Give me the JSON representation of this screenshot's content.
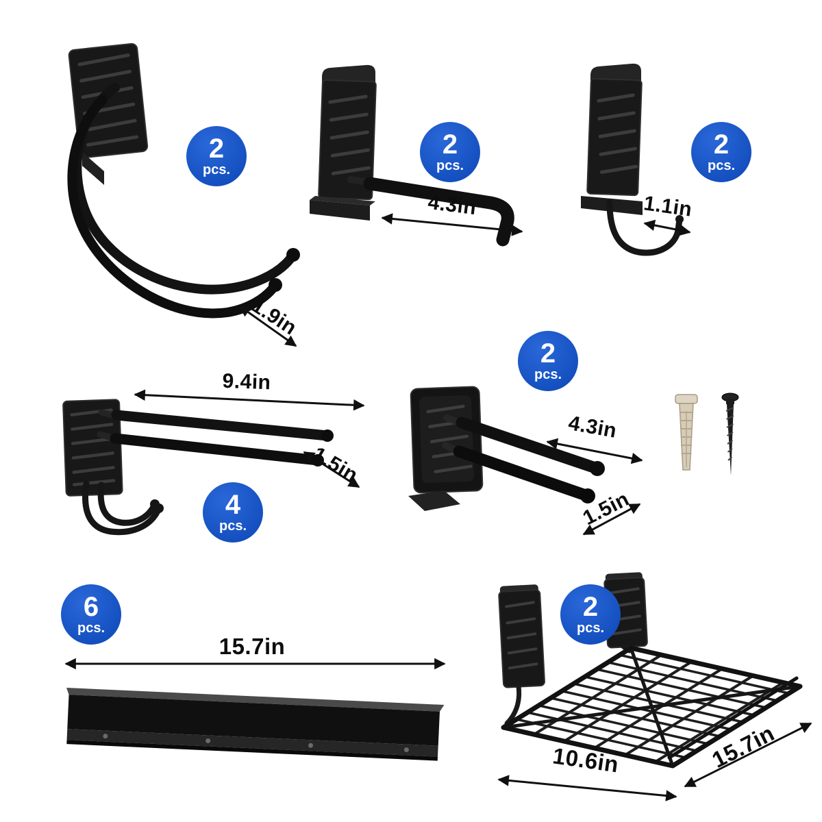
{
  "background": "#ffffff",
  "colors": {
    "badge_blue": "#1450c0",
    "metal_black": "#141414",
    "annotation_text": "#0d0d0d"
  },
  "products": {
    "bike_hook": {
      "badge_count": "2",
      "badge_unit": "pcs.",
      "dim_depth": "1.9in"
    },
    "ladder_hook": {
      "badge_count": "2",
      "badge_unit": "pcs.",
      "dim_length": "4.3in"
    },
    "j_hook": {
      "badge_count": "2",
      "badge_unit": "pcs.",
      "dim_width": "1.1in"
    },
    "double_arm_hook": {
      "badge_count": "4",
      "badge_unit": "pcs.",
      "dim_length": "9.4in",
      "dim_depth": "1.5in"
    },
    "vertical_hook": {
      "badge_count": "2",
      "badge_unit": "pcs.",
      "dim_length": "4.3in",
      "dim_depth": "1.5in"
    },
    "rail": {
      "badge_count": "6",
      "badge_unit": "pcs.",
      "dim_length": "15.7in"
    },
    "shelf": {
      "badge_count": "2",
      "badge_unit": "pcs.",
      "dim_depth": "10.6in",
      "dim_length": "15.7in"
    }
  }
}
